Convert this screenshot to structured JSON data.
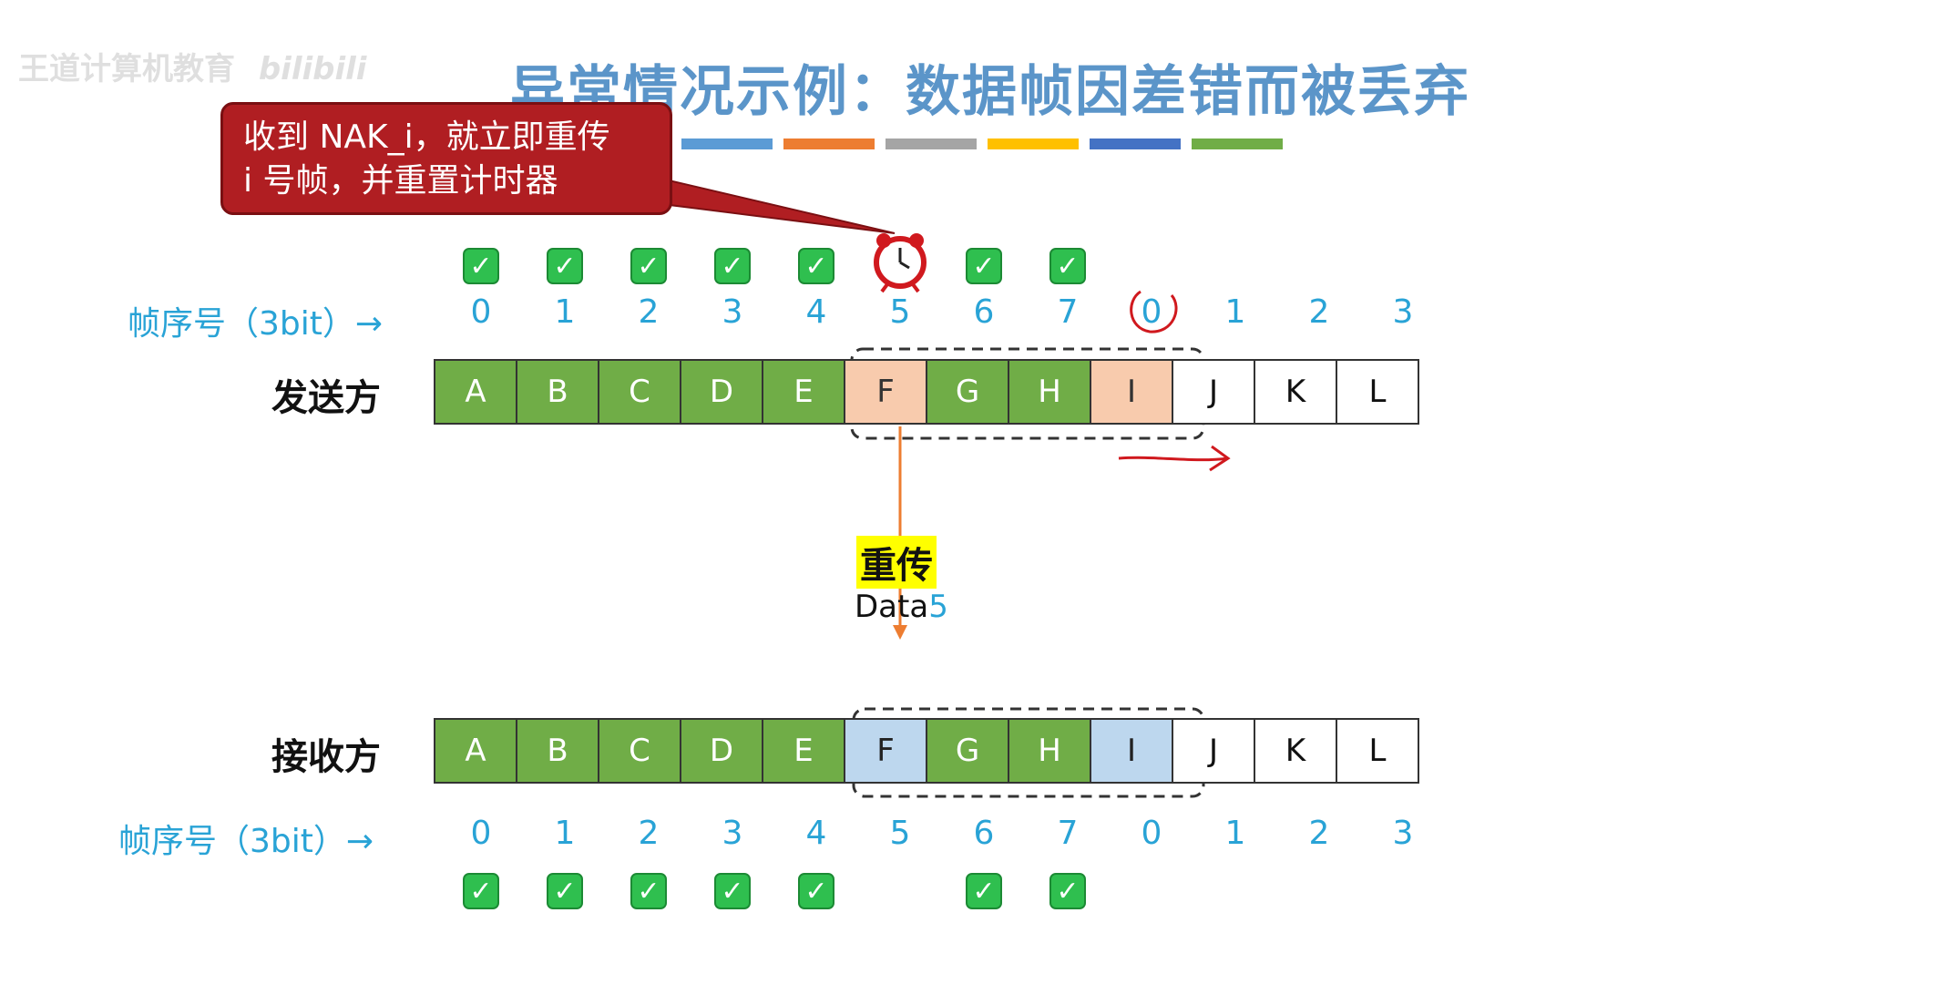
{
  "watermark": "王道计算机教育",
  "watermark_logo": "bilibili",
  "title": "异常情况示例：数据帧因差错而被丢弃",
  "callout": {
    "line1": "收到 NAK_i，就立即重传",
    "line2": "i 号帧，并重置计时器"
  },
  "colors": {
    "bar1": "#5b9bd5",
    "bar2": "#ed7d31",
    "bar3": "#a5a5a5",
    "bar4": "#ffc000",
    "bar5": "#4472c4",
    "bar6": "#70ad47",
    "green_frame": "#70ad47",
    "peach_frame": "#f8cbad",
    "blue_frame": "#bdd7ee",
    "arrow": "#ed7d31",
    "handwriting": "#d0191e"
  },
  "sender": {
    "label": "发送方",
    "seq_label": "帧序号（3bit）→",
    "seq": [
      "0",
      "1",
      "2",
      "3",
      "4",
      "5",
      "6",
      "7",
      "0",
      "1",
      "2",
      "3"
    ],
    "frames": [
      "A",
      "B",
      "C",
      "D",
      "E",
      "F",
      "G",
      "H",
      "I",
      "J",
      "K",
      "L"
    ],
    "frame_states": [
      "green",
      "green",
      "green",
      "green",
      "green",
      "peach",
      "green",
      "green",
      "peach",
      "white",
      "white",
      "white"
    ],
    "acks": [
      "check",
      "check",
      "check",
      "check",
      "check",
      "clock-icon",
      "check",
      "check",
      "",
      "",
      "",
      ""
    ]
  },
  "receiver": {
    "label": "接收方",
    "seq_label": "帧序号（3bit）→",
    "seq": [
      "0",
      "1",
      "2",
      "3",
      "4",
      "5",
      "6",
      "7",
      "0",
      "1",
      "2",
      "3"
    ],
    "frames": [
      "A",
      "B",
      "C",
      "D",
      "E",
      "F",
      "G",
      "H",
      "I",
      "J",
      "K",
      "L"
    ],
    "frame_states": [
      "green",
      "green",
      "green",
      "green",
      "green",
      "blue",
      "green",
      "green",
      "blue",
      "white",
      "white",
      "white"
    ],
    "acks": [
      "check",
      "check",
      "check",
      "check",
      "check",
      "",
      "check",
      "check",
      "",
      "",
      "",
      ""
    ]
  },
  "retransmit": {
    "label": "重传",
    "data_prefix": "Data",
    "data_seq": "5"
  }
}
